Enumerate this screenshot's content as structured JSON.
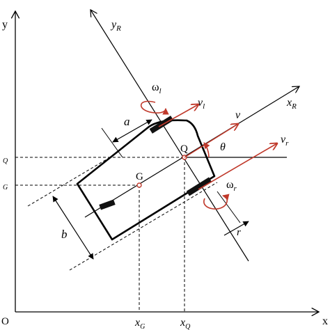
{
  "labels": {
    "origin": "O",
    "x_axis": "x",
    "y_axis": "y",
    "robot_x_axis": "x",
    "robot_x_axis_sub": "R",
    "robot_y_axis": "y",
    "robot_y_axis_sub": "R",
    "point_q": "Q",
    "point_g": "G",
    "dim_a": "a",
    "dim_b": "b",
    "dim_r": "r",
    "angle_theta": "θ",
    "omega_l": "ω",
    "omega_l_sub": "l",
    "omega_r": "ω",
    "omega_r_sub": "r",
    "vel_l": "v",
    "vel_l_sub": "l",
    "vel_center": "v",
    "vel_r": "v",
    "vel_r_sub": "r",
    "x_q": "x",
    "x_q_sub": "Q",
    "x_g": "x",
    "x_g_sub": "G",
    "y_q_sub": "Q",
    "y_g_sub": "G"
  },
  "colors": {
    "line": "#000000",
    "accent": "#c0392b",
    "background": "#ffffff"
  }
}
